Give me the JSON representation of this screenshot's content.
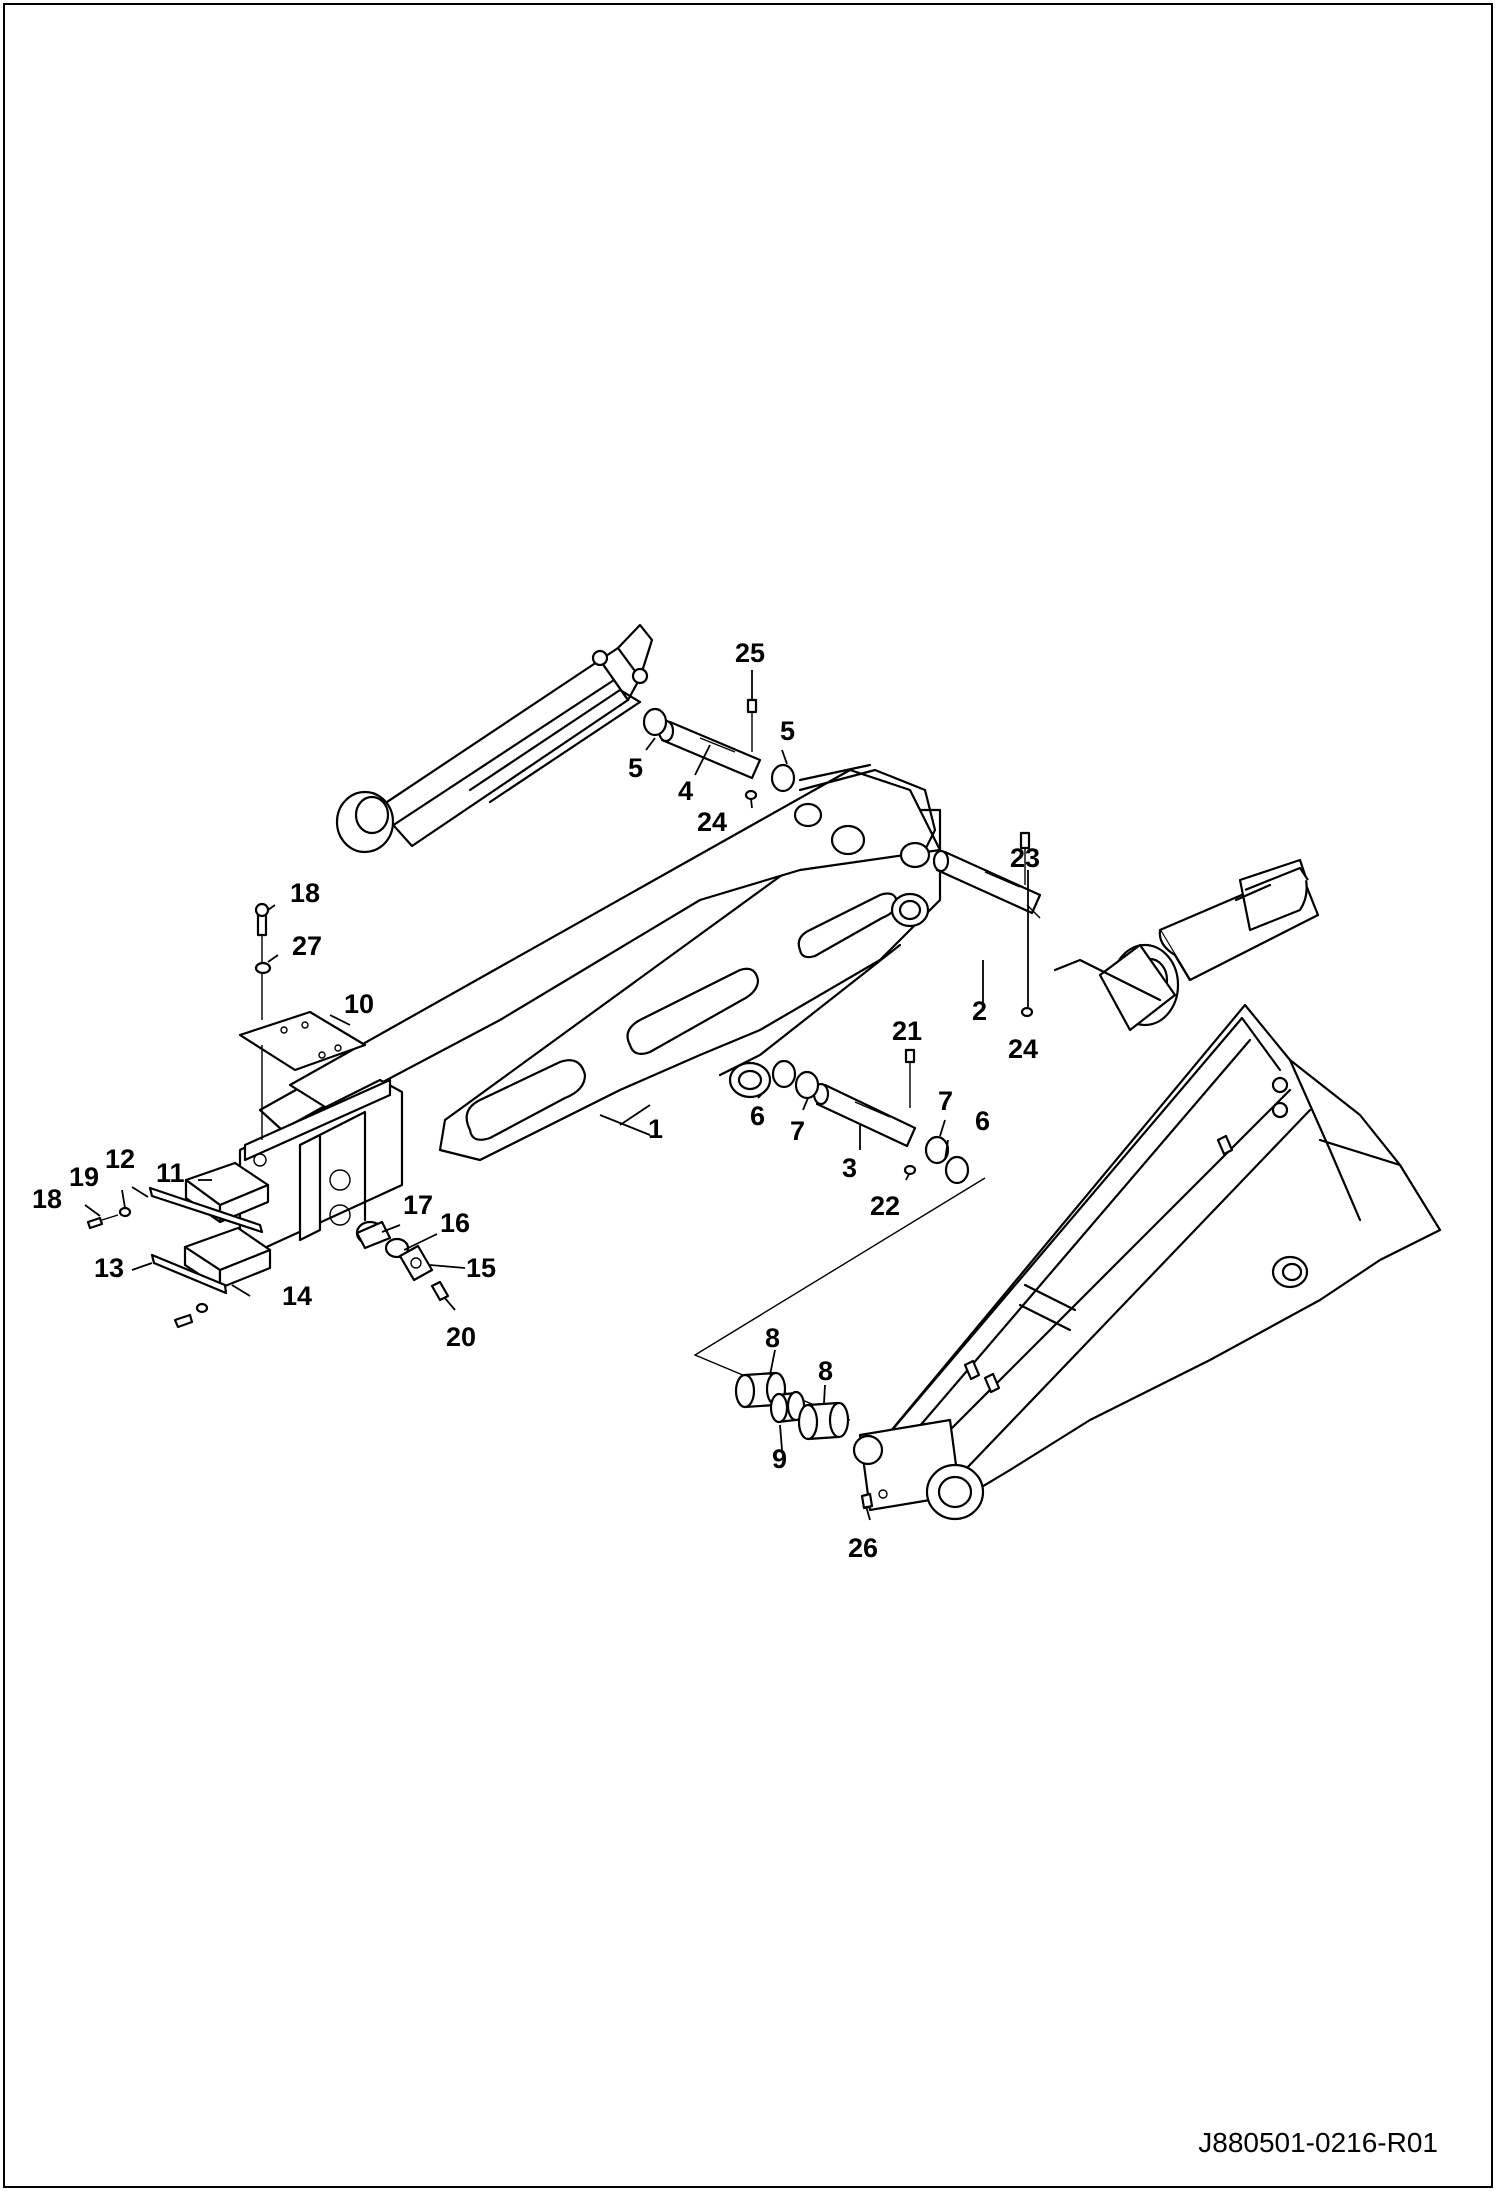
{
  "drawing_code": "J880501-0216-R01",
  "callouts": [
    "1",
    "2",
    "3",
    "4",
    "5",
    "5",
    "6",
    "6",
    "7",
    "7",
    "8",
    "8",
    "9",
    "10",
    "11",
    "12",
    "13",
    "14",
    "15",
    "16",
    "17",
    "18",
    "18",
    "19",
    "20",
    "21",
    "22",
    "23",
    "24",
    "24",
    "25",
    "26",
    "27"
  ]
}
